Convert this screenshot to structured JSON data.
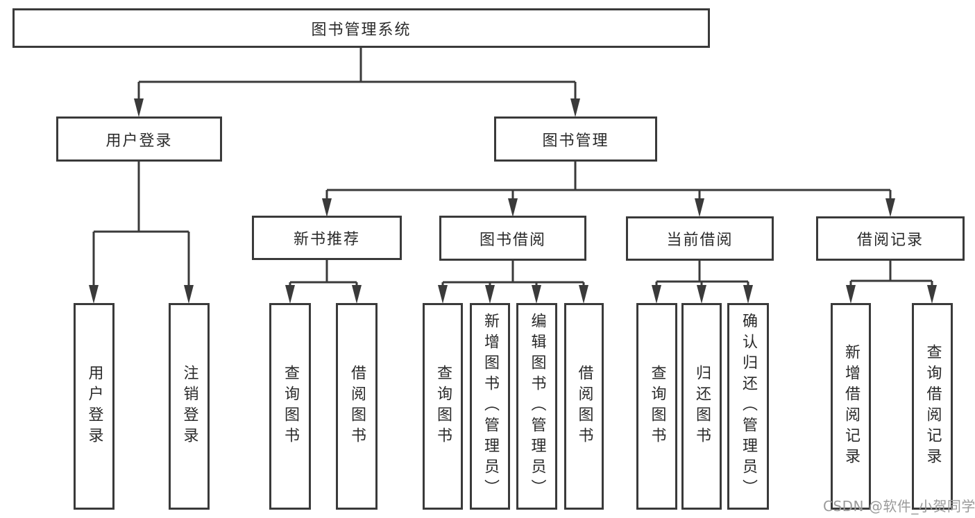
{
  "diagram": {
    "root_label": "图书管理系统",
    "tree": {
      "user_login": {
        "label": "用户登录",
        "children": [
          "用户登录",
          "注销登录"
        ]
      },
      "book_mgmt": {
        "label": "图书管理",
        "groups": [
          {
            "label": "新书推荐",
            "children": [
              "查询图书",
              "借阅图书"
            ]
          },
          {
            "label": "图书借阅",
            "children": [
              "查询图书",
              "新增图书（管理员）",
              "编辑图书（管理员）",
              "借阅图书"
            ]
          },
          {
            "label": "当前借阅",
            "children": [
              "查询图书",
              "归还图书",
              "确认归还（管理员）"
            ]
          },
          {
            "label": "借阅记录",
            "children": [
              "新增借阅记录",
              "查询借阅记录"
            ]
          }
        ]
      }
    }
  },
  "watermark": {
    "text": "CSDN @软件_小贺同学"
  },
  "colors": {
    "line": "#3a3a3a",
    "text": "#2a2a2a",
    "background": "#ffffff",
    "watermark": "#9a9a9a"
  }
}
